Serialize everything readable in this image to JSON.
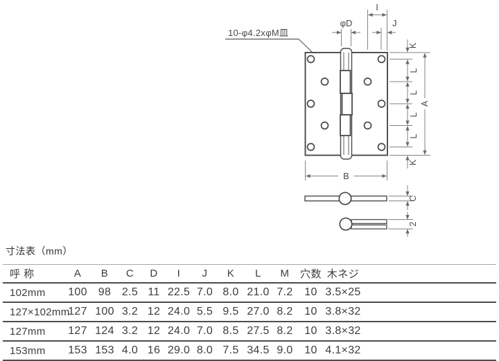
{
  "diagram": {
    "leader_label": "10-φ4.2xφM皿",
    "labels": {
      "phi_d": "φD",
      "i": "I",
      "j": "J",
      "k": "K",
      "l": "L",
      "a": "A",
      "b": "B",
      "c": "C",
      "two": "2"
    },
    "ink_color": "#4a4a4a"
  },
  "table": {
    "title": "寸法表（mm）",
    "headers": [
      "呼 称",
      "A",
      "B",
      "C",
      "D",
      "I",
      "J",
      "K",
      "L",
      "M",
      "穴数",
      "木ネジ"
    ],
    "rows": [
      [
        "102mm",
        "100",
        "98",
        "2.5",
        "11",
        "22.5",
        "7.0",
        "8.0",
        "21.0",
        "7.2",
        "10",
        "3.5×25"
      ],
      [
        "127×102mm",
        "127",
        "100",
        "3.2",
        "12",
        "24.0",
        "5.5",
        "9.5",
        "27.0",
        "8.2",
        "10",
        "3.8×32"
      ],
      [
        "127mm",
        "127",
        "124",
        "3.2",
        "12",
        "24.0",
        "7.0",
        "8.5",
        "27.5",
        "8.2",
        "10",
        "3.8×32"
      ],
      [
        "153mm",
        "153",
        "153",
        "4.0",
        "16",
        "29.0",
        "8.0",
        "7.5",
        "34.5",
        "9.0",
        "10",
        "4.1×32"
      ]
    ]
  }
}
